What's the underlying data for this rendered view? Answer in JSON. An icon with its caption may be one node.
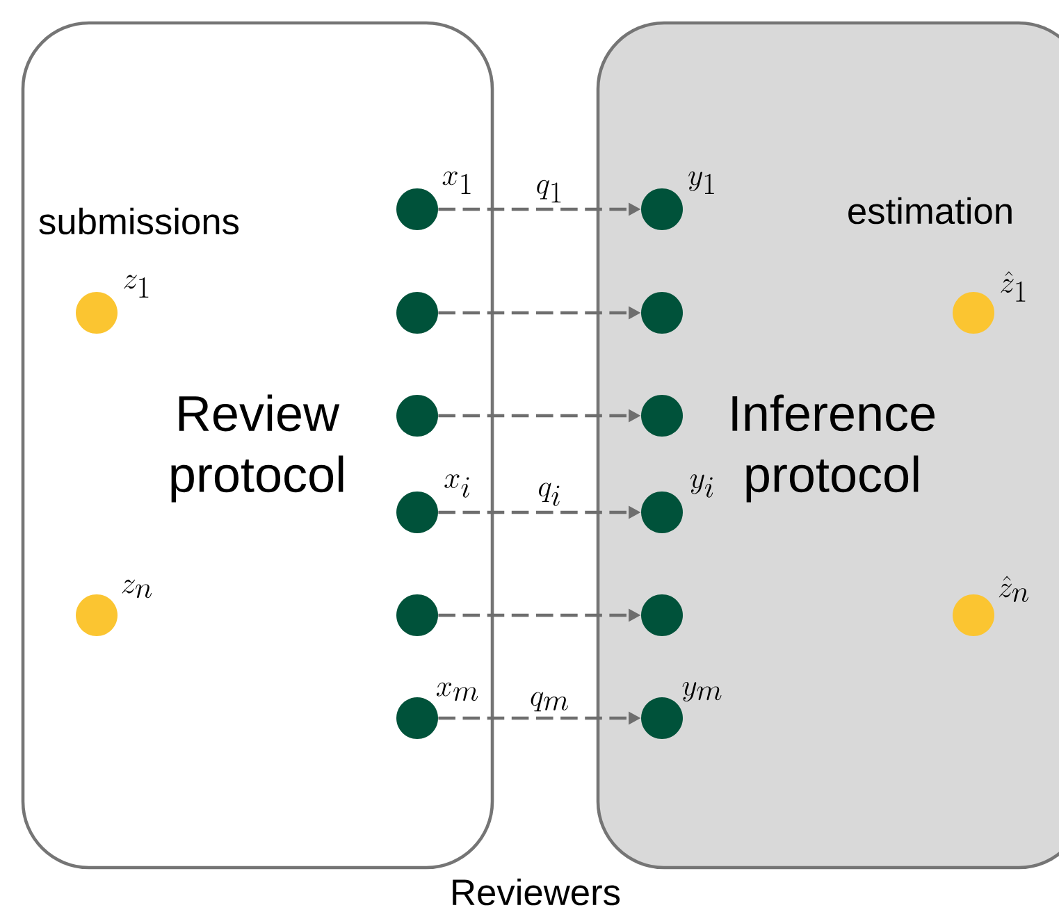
{
  "diagram": {
    "nodes": [
      {
        "text": [
          "submissions",
          "Review protocol"
        ]
      },
      {
        "text": [],
        "shape": "circle",
        "in": 0,
        "beside": [
          "z_1"
        ]
      },
      {
        "text": [],
        "shape": "circle",
        "in": 0,
        "beside": [
          "z_n"
        ]
      },
      {
        "text": [],
        "shape": "circle",
        "in": 0,
        "beside": [
          "x_1"
        ]
      },
      {
        "text": [],
        "shape": "circle",
        "in": 0
      },
      {
        "text": [],
        "shape": "circle",
        "in": 0
      },
      {
        "text": [],
        "shape": "circle",
        "in": 0,
        "beside": [
          "x_i"
        ]
      },
      {
        "text": [],
        "shape": "circle",
        "in": 0
      },
      {
        "text": [],
        "shape": "circle",
        "in": 0,
        "beside": [
          "x_m"
        ]
      },
      {
        "text": [
          "estimation",
          "Inference protocol"
        ]
      },
      {
        "text": [],
        "shape": "circle",
        "in": 9,
        "beside": [
          "y_1"
        ]
      },
      {
        "text": [],
        "shape": "circle",
        "in": 9
      },
      {
        "text": [],
        "shape": "circle",
        "in": 9
      },
      {
        "text": [],
        "shape": "circle",
        "in": 9,
        "beside": [
          "y_i"
        ]
      },
      {
        "text": [],
        "shape": "circle",
        "in": 9
      },
      {
        "text": [],
        "shape": "circle",
        "in": 9,
        "beside": [
          "y_m"
        ]
      },
      {
        "text": [],
        "shape": "circle",
        "in": 9,
        "beside": [
          "\\hat{z}_1"
        ]
      },
      {
        "text": [],
        "shape": "circle",
        "in": 9,
        "beside": [
          "\\hat{z}_n"
        ]
      }
    ],
    "edges": [
      {
        "from": 3,
        "to": 10,
        "arrow": "to",
        "style": "dashed",
        "label": "q_1"
      },
      {
        "from": 4,
        "to": 11,
        "arrow": "to",
        "style": "dashed"
      },
      {
        "from": 5,
        "to": 12,
        "arrow": "to",
        "style": "dashed"
      },
      {
        "from": 6,
        "to": 13,
        "arrow": "to",
        "style": "dashed",
        "label": "q_i"
      },
      {
        "from": 7,
        "to": 14,
        "arrow": "to",
        "style": "dashed"
      },
      {
        "from": 8,
        "to": 15,
        "arrow": "to",
        "style": "dashed",
        "label": "q_m"
      }
    ],
    "labels": [
      "Reviewers"
    ]
  }
}
